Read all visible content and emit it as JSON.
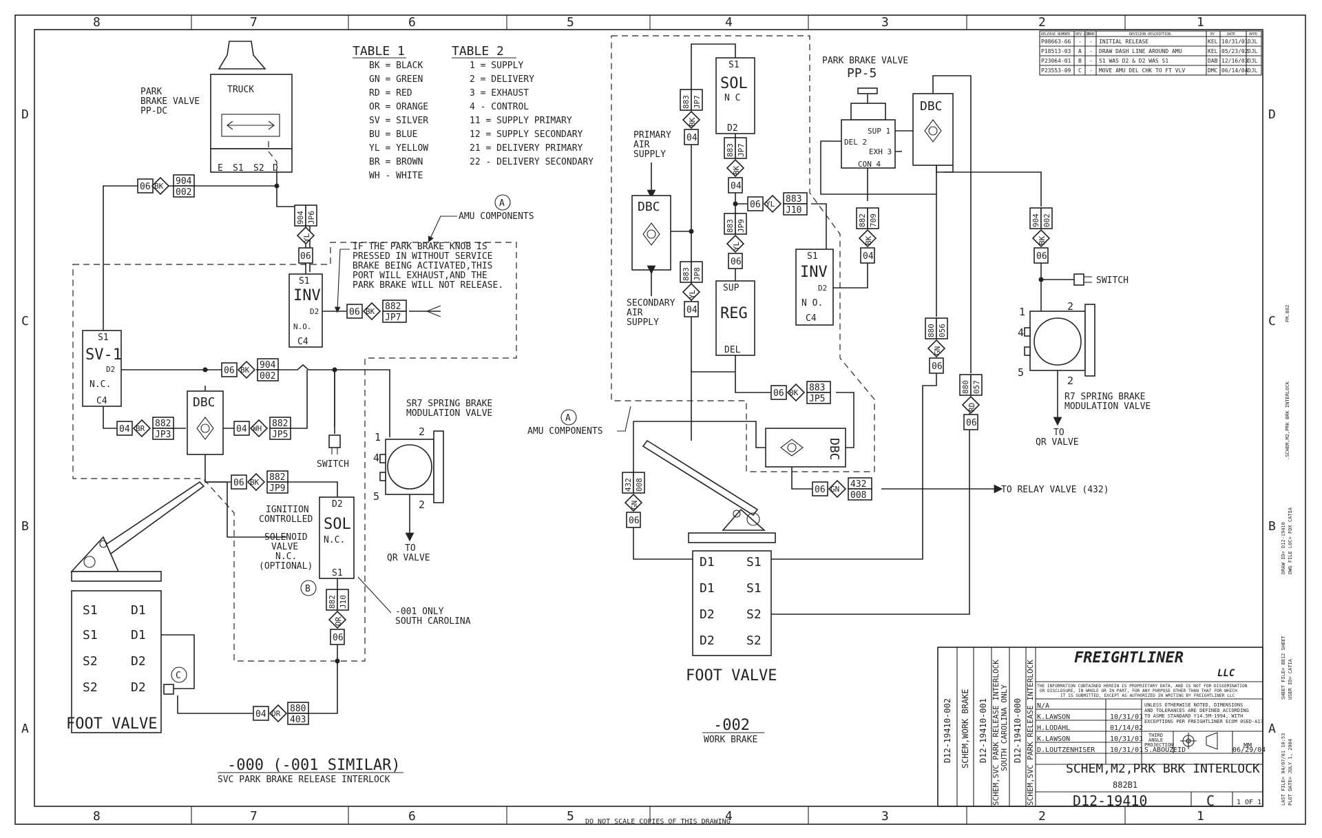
{
  "zones_top": [
    "8",
    "7",
    "6",
    "5",
    "4",
    "3",
    "2",
    "1"
  ],
  "rows_side": [
    "D",
    "C",
    "B",
    "A"
  ],
  "table1": {
    "title": "TABLE 1",
    "rows": [
      "BK = BLACK",
      "GN = GREEN",
      "RD = RED",
      "OR = ORANGE",
      "SV = SILVER",
      "BU = BLUE",
      "YL = YELLOW",
      "BR = BROWN",
      "WH - WHITE"
    ]
  },
  "table2": {
    "title": "TABLE 2",
    "rows": [
      "1 = SUPPLY",
      "2 = DELIVERY",
      "3 = EXHAUST",
      "4 - CONTROL",
      "11 = SUPPLY PRIMARY",
      "12 = SUPPLY SECONDARY",
      "21 = DELIVERY PRIMARY",
      "22 - DELIVERY SECONDARY"
    ]
  },
  "left": {
    "park_valve_label": [
      "PARK",
      "BRAKE VALVE",
      "PP-DC"
    ],
    "truck": "TRUCK",
    "truck_ports": [
      "E",
      "S1",
      "S2",
      "D"
    ],
    "sv1": {
      "name": "SV-1",
      "s1": "S1",
      "d2": "D2",
      "nc": "N.C.",
      "c4": "C4"
    },
    "inv": {
      "name": "INV",
      "s1": "S1",
      "d2": "D2",
      "no": "N.O.",
      "c4": "C4"
    },
    "dbc": "DBC",
    "sol": {
      "name": "SOL",
      "d2": "D2",
      "nc": "N.C.",
      "s1": "S1"
    },
    "note": [
      "IF THE PARK BRAKE KNOB IS",
      "PRESSED IN WITHOUT SERVICE",
      "BRAKE BEING ACTIVATED,THIS",
      "PORT WILL EXHAUST,AND THE",
      "PARK BRAKE WILL NOT RELEASE."
    ],
    "amu": "AMU COMPONENTS",
    "circle_a": "A",
    "circle_b": "B",
    "circle_c": "C",
    "switch": "SWITCH",
    "sr7": [
      "SR7 SPRING BRAKE",
      "MODULATION VALVE"
    ],
    "sr7_ports": [
      "1",
      "2",
      "4",
      "5",
      "2"
    ],
    "to_qr": [
      "TO",
      "QR VALVE"
    ],
    "ignition": [
      "IGNITION",
      "CONTROLLED",
      "SOLENOID",
      "VALVE",
      "N.C.",
      "(OPTIONAL)"
    ],
    "only": [
      "-001 ONLY",
      "SOUTH CAROLINA"
    ],
    "foot_ports": [
      "S1",
      "D1",
      "S1",
      "D1",
      "S2",
      "D2",
      "S2",
      "D2"
    ],
    "foot_valve": "FOOT VALVE",
    "caption": "-000 (-001 SIMILAR)",
    "subcaption": "SVC PARK BRAKE RELEASE INTERLOCK",
    "wires": {
      "w1": [
        "06",
        "BK",
        "904",
        "002"
      ],
      "w2": [
        "904",
        "JP6",
        "YL",
        "06"
      ],
      "w3": [
        "06",
        "BK",
        "882",
        "JP7"
      ],
      "w4": [
        "06",
        "BK",
        "904",
        "002"
      ],
      "w5": [
        "04",
        "BR",
        "882",
        "JP3"
      ],
      "w6": [
        "04",
        "WH",
        "882",
        "JP5"
      ],
      "w7": [
        "06",
        "BK",
        "882",
        "JP9"
      ],
      "w8": [
        "882",
        "J10",
        "OR",
        "06"
      ],
      "w9": [
        "04",
        "OR",
        "880",
        "403"
      ]
    }
  },
  "middle": {
    "sol": {
      "s1": "S1",
      "name": "SOL",
      "nc": "N C",
      "d2": "D2"
    },
    "primary": [
      "PRIMARY",
      "AIR",
      "SUPPLY"
    ],
    "secondary": [
      "SECONDARY",
      "AIR",
      "SUPPLY"
    ],
    "dbc": "DBC",
    "reg": {
      "sup": "SUP",
      "name": "REG",
      "del": "DEL"
    },
    "inv": {
      "s1": "S1",
      "name": "INV",
      "no": "N O.",
      "c4": "C4",
      "d2": "D2"
    },
    "dbc2": "DBC",
    "amu": "AMU COMPONENTS",
    "circle_a": "A",
    "to_relay": "TO RELAY VALVE (432)",
    "foot_ports": [
      "D1",
      "S1",
      "D1",
      "S1",
      "D2",
      "S2",
      "D2",
      "S2"
    ],
    "foot_valve": "FOOT VALVE",
    "caption": "-002",
    "subcaption": "WORK BRAKE",
    "wires": {
      "m1": [
        "883",
        "JP7",
        "BK",
        "04"
      ],
      "m2": [
        "883",
        "JP7",
        "BK",
        "04"
      ],
      "m3": [
        "06",
        "YL",
        "883",
        "J10"
      ],
      "m4": [
        "883",
        "JP9",
        "YL",
        "06"
      ],
      "m5": [
        "883",
        "JP8",
        "YL",
        "04"
      ],
      "m6": [
        "06",
        "BK",
        "883",
        "JP5"
      ],
      "m7": [
        "06",
        "GN",
        "432",
        "008"
      ],
      "m8": [
        "432",
        "008",
        "GN",
        "06"
      ]
    }
  },
  "right": {
    "pp5": [
      "PARK BRAKE VALVE",
      "PP-5"
    ],
    "pp_ports": [
      "SUP 1",
      "DEL 2",
      "EXH 3",
      "CON 4"
    ],
    "dbc": "DBC",
    "switch": "SWITCH",
    "r7": [
      "R7 SPRING BRAKE",
      "MODULATION VALVE"
    ],
    "r7_ports": [
      "1",
      "2",
      "4",
      "5",
      "2"
    ],
    "to_qr": [
      "TO",
      "QR VALVE"
    ],
    "wires": {
      "r1": [
        "882",
        "709",
        "BK",
        "04"
      ],
      "r2": [
        "880",
        "056",
        "GN",
        "06"
      ],
      "r3": [
        "880",
        "057",
        "RD",
        "06"
      ],
      "r4": [
        "904",
        "002",
        "BK",
        "06"
      ]
    }
  },
  "revisions": {
    "headers": [
      "RELEASE NUMBER",
      "REV LTR",
      "ZONE",
      "REVISION DESCRIPTION",
      "BY",
      "DATE",
      "APPD"
    ],
    "rows": [
      [
        "P08663-66",
        "-",
        "-",
        "INITIAL RELEASE",
        "KEL",
        "10/31/01",
        "DJL"
      ],
      [
        "P18513-03",
        "A",
        "-",
        "DRAW DASH LINE AROUND AMU",
        "KEL",
        "05/23/02",
        "DJL"
      ],
      [
        "P23064-01",
        "B",
        "-",
        "S1 WAS D2 & D2 WAS S1",
        "DAB",
        "12/16/03",
        "DJL"
      ],
      [
        "P23553-09",
        "C",
        "-",
        "MOVE AMU DEL CHK TO FT VLV",
        "DMC",
        "06/14/04",
        "DJL"
      ]
    ]
  },
  "titleblock": {
    "logo": "FREIGHTLINER",
    "llc": "LLC",
    "notice": [
      "THE INFORMATION CONTAINED HEREIN IS PROPRIETARY DATA, AND IS NOT FOR DISSEMINATION",
      "OR DISCLOSURE, IN WHOLE OR IN PART, FOR ANY PURPOSE OTHER THAN THAT FOR WHICH",
      "IT IS SUBMITTED, EXCEPT AS AUTHORIZED IN WRITING BY FREIGHTLINER LLC"
    ],
    "material": "N/A",
    "drawn": "K.LAWSON",
    "drawn_date": "10/31/01",
    "checked": "H.LODAHL",
    "checked_date": "01/14/02",
    "engineer": "K.LAWSON",
    "engineer_date": "10/31/01",
    "approved": "D.LOUTZENHISER",
    "approved_date": "10/31/01",
    "mfg": "S.ABOUZEID",
    "mfg_date": "06/29/04",
    "tolerances": [
      "UNLESS OTHERWISE NOTED, DIMENSIONS",
      "AND TOLERANCES ARE DEFINED ACCORDING",
      "TO ASME STANDARD Y14.5M-1994, WITH",
      "EXCEPTIONS PER FREIGHTLINER ECOM 0SED-A17"
    ],
    "third_angle": [
      "THIRD",
      "ANGLE",
      "PROJECTION"
    ],
    "units": "MM",
    "description": "SCHEM,M2,PRK BRK INTERLOCK",
    "supplementary": "882B1",
    "drawing_number": "D12-19410",
    "revision": "C",
    "sheet": "1 OF 1",
    "vertical": [
      "D12-19410-002",
      "SCHEM,WORK BRAKE",
      "D12-19410-001",
      "SCHEM,SVC PARK RELEASE INTERLOCK",
      "SOUTH CAROLINA ONLY",
      "D12-19410-000",
      "SCHEM,SVC PARK RELEASE INTERLOCK"
    ]
  },
  "margin_right": [
    "FM.882",
    ".SCHEM,M2,PRK BRK INTERLOCK",
    "DRAW ID= D12-19410",
    "DWG FILE LOC= FDX CATIA",
    "SHEET FILE= B812 SHEET",
    "USER ID= CATIA",
    "LAST FILE= 04/07/01 10:53",
    "PLOT DATE= JULY 1, 2004"
  ],
  "bottom_note": "DO NOT SCALE COPIES OF THIS DRAWING"
}
